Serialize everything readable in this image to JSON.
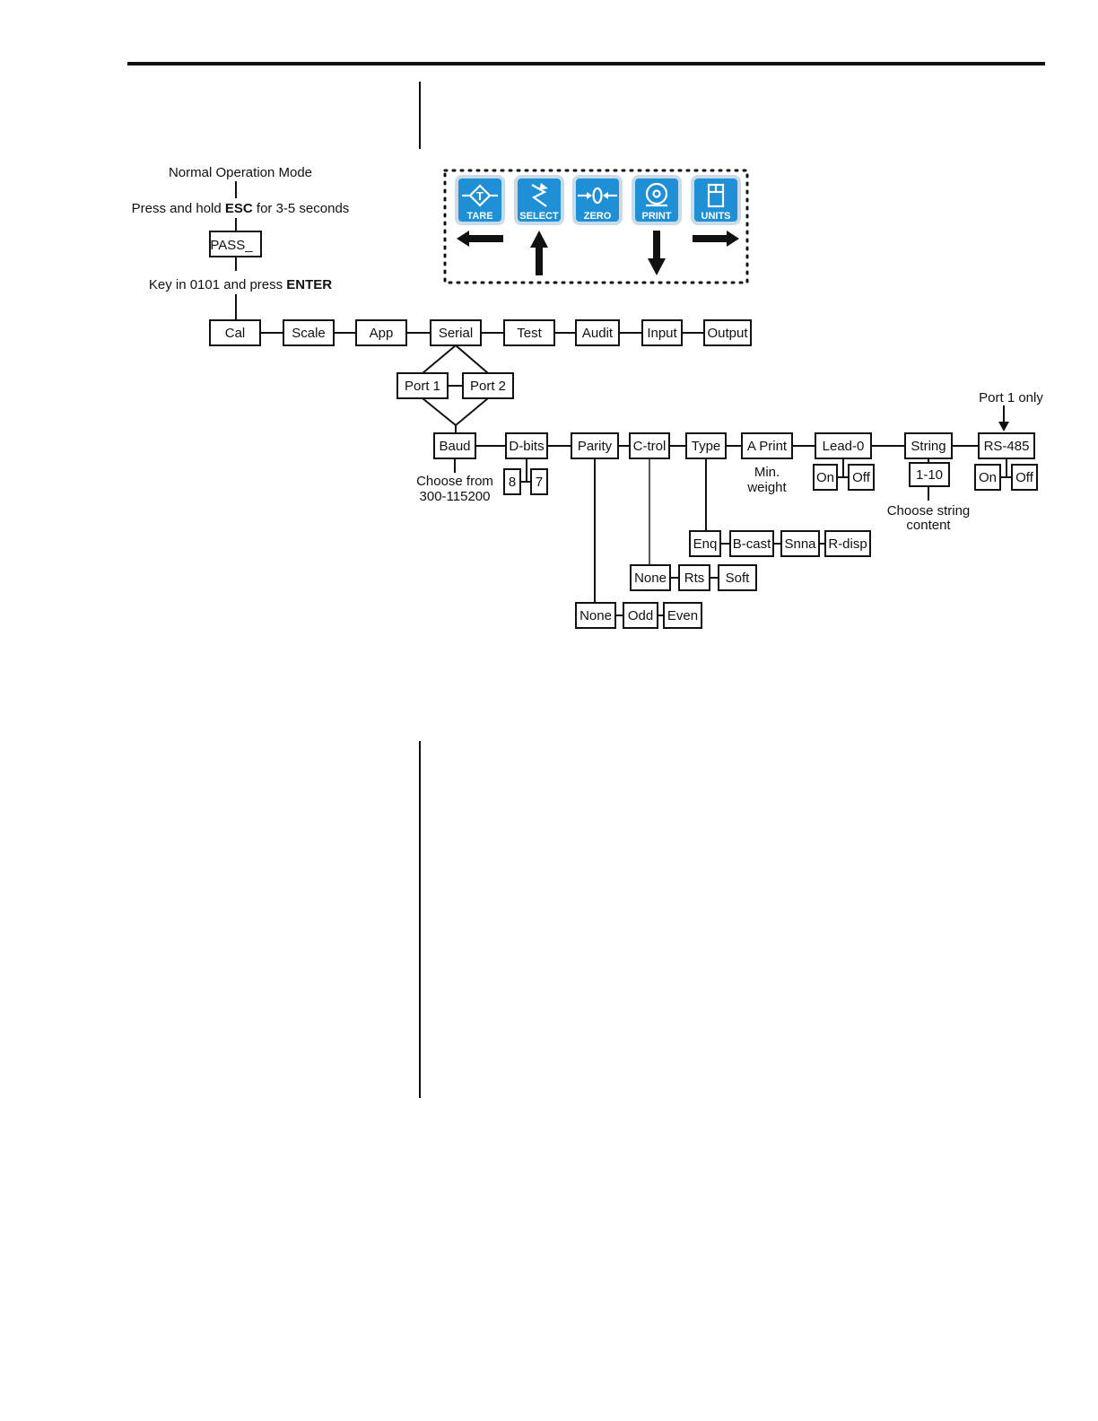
{
  "flow": {
    "normal_mode": "Normal Operation Mode",
    "esc_prefix": "Press and hold ",
    "esc_key": "ESC",
    "esc_suffix": " for 3-5 seconds",
    "pass_box": "PASS_",
    "key_in_prefix": "Key in 0101 and press ",
    "key_in_key": "ENTER"
  },
  "keypad": {
    "keys": [
      {
        "label": "TARE",
        "icon": "tare-icon",
        "arrow": "left"
      },
      {
        "label": "SELECT",
        "icon": "select-icon",
        "arrow": "up"
      },
      {
        "label": "ZERO",
        "icon": "zero-icon",
        "arrow": "none"
      },
      {
        "label": "PRINT",
        "icon": "print-icon",
        "arrow": "down"
      },
      {
        "label": "UNITS",
        "icon": "units-icon",
        "arrow": "right"
      }
    ],
    "key_color": "#1f8fd6"
  },
  "menu": {
    "items": [
      "Cal",
      "Scale",
      "App",
      "Serial",
      "Test",
      "Audit",
      "Input",
      "Output"
    ]
  },
  "serial": {
    "ports": [
      "Port 1",
      "Port 2"
    ],
    "settings": [
      "Baud",
      "D-bits",
      "Parity",
      "C-trol",
      "Type",
      "A Print",
      "Lead-0",
      "String",
      "RS-485"
    ],
    "baud_note_line1": "Choose from",
    "baud_note_line2": "300-115200",
    "dbits_options": [
      "8",
      "7"
    ],
    "parity_options": [
      "None",
      "Odd",
      "Even"
    ],
    "ctrol_options": [
      "None",
      "Rts",
      "Soft"
    ],
    "type_options": [
      "Enq",
      "B-cast",
      "Snna",
      "R-disp"
    ],
    "aprint_note_line1": "Min.",
    "aprint_note_line2": "weight",
    "lead0_options": [
      "On",
      "Off"
    ],
    "string_option": "1-10",
    "string_note_line1": "Choose string",
    "string_note_line2": "content",
    "rs485_options": [
      "On",
      "Off"
    ],
    "rs485_note": "Port 1 only"
  }
}
